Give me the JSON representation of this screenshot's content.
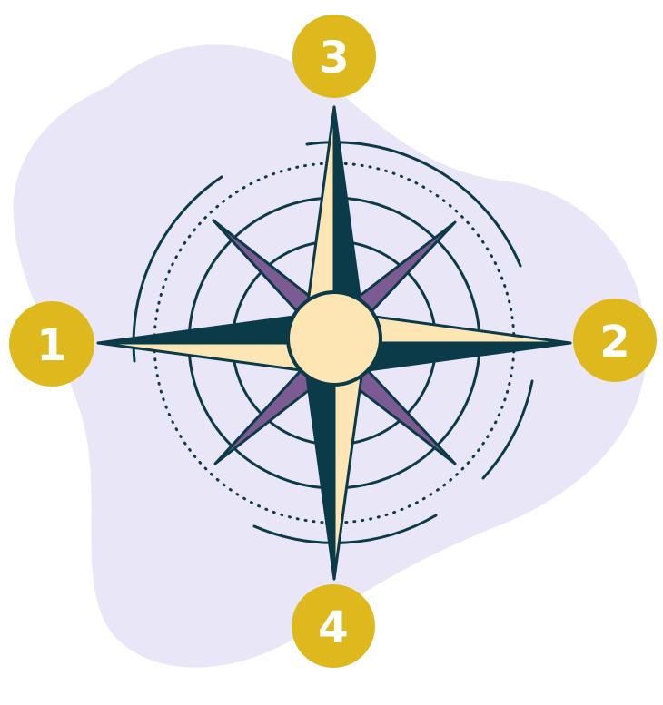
{
  "colors": {
    "background": "#ffffff",
    "blob": "#e8e6f7",
    "dark": "#0b3b48",
    "cream": "#fde5b4",
    "purple": "#7c5a92",
    "badge": "#deb91e",
    "badge_text": "#ffffff"
  },
  "badges": {
    "west": {
      "label": "1"
    },
    "east": {
      "label": "2"
    },
    "north": {
      "label": "3"
    },
    "south": {
      "label": "4"
    }
  }
}
